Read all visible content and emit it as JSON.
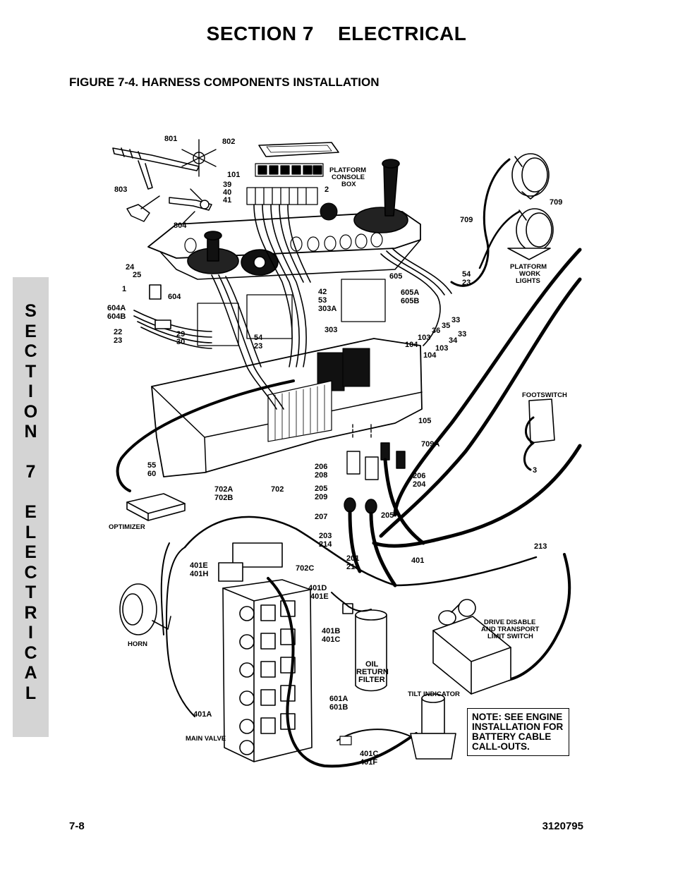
{
  "header": {
    "section_label": "SECTION 7",
    "section_name": "ELECTRICAL",
    "figure_title": "FIGURE 7-4. HARNESS COMPONENTS INSTALLATION"
  },
  "side_tab": {
    "word1": [
      "S",
      "E",
      "C",
      "T",
      "I",
      "O",
      "N"
    ],
    "word2": [
      "7"
    ],
    "word3": [
      "E",
      "L",
      "E",
      "C",
      "T",
      "R",
      "I",
      "C",
      "A",
      "L"
    ]
  },
  "footer": {
    "page": "7-8",
    "doc_number": "3120795"
  },
  "note": {
    "lines": [
      "NOTE: SEE ENGINE",
      "INSTALLATION FOR",
      "BATTERY CABLE",
      "CALL-OUTS."
    ]
  },
  "callouts": {
    "c801": "801",
    "c802": "802",
    "c101": "101",
    "c39": "39",
    "c40": "40",
    "c41": "41",
    "c2": "2",
    "c803": "803",
    "c804": "804",
    "console_l1": "PLATFORM",
    "console_l2": "CONSOLE",
    "console_l3": "BOX",
    "c709a": "709",
    "c709b": "709",
    "lights_l1": "PLATFORM",
    "lights_l2": "WORK",
    "lights_l3": "LIGHTS",
    "c24": "24",
    "c25": "25",
    "c1": "1",
    "c604": "604",
    "c604a": "604A",
    "c604b": "604B",
    "c22": "22",
    "c23a": "23",
    "c29": "29",
    "c30": "30",
    "c54a": "54",
    "c23b": "23",
    "c42": "42",
    "c53": "53",
    "c303a": "303A",
    "c303": "303",
    "c605": "605",
    "c605a": "605A",
    "c605b": "605B",
    "c54b": "54",
    "c23c": "23",
    "c33a": "33",
    "c35": "35",
    "c36": "36",
    "c103a": "103",
    "c104a": "104",
    "c33b": "33",
    "c34": "34",
    "c103b": "103",
    "c104b": "104",
    "footswitch": "FOOTSWITCH",
    "c105": "105",
    "c709A": "709A",
    "c3": "3",
    "c55": "55",
    "c60": "60",
    "optimizer": "OPTIMIZER",
    "c206a": "206",
    "c208": "208",
    "c205a": "205",
    "c209": "209",
    "c206b": "206",
    "c204": "204",
    "c207": "207",
    "c205b": "205",
    "c203": "203",
    "c214a": "214",
    "c201": "201",
    "c214b": "214",
    "c702a": "702A",
    "c702b": "702B",
    "c702": "702",
    "c401e": "401E",
    "c401h": "401H",
    "c702c": "702C",
    "c401": "401",
    "c213": "213",
    "c401d": "401D",
    "c401e2": "401E",
    "horn": "HORN",
    "c401b": "401B",
    "c401c": "401C",
    "filter_l1": "OIL",
    "filter_l2": "RETURN",
    "filter_l3": "FILTER",
    "drive_l1": "DRIVE DISABLE",
    "drive_l2": "AND TRANSPORT",
    "drive_l3": "LIMIT SWITCH",
    "tilt": "TILT INDICATOR",
    "c601a": "601A",
    "c601b": "601B",
    "c401a": "401A",
    "main_valve": "MAIN VALVE",
    "c401c2": "401C",
    "c401f": "401F"
  }
}
